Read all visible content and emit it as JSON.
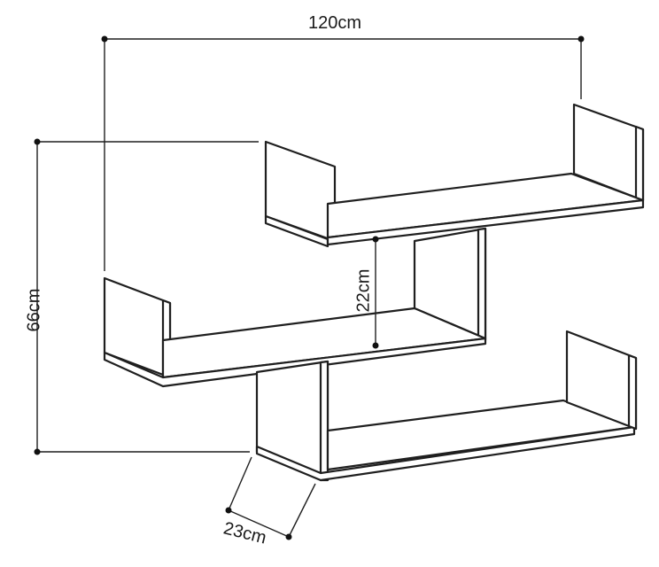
{
  "dimensions": {
    "width": "120cm",
    "height": "66cm",
    "shelf_spacing": "22cm",
    "depth": "23cm"
  },
  "colors": {
    "line": "#1f1f1f",
    "background": "#ffffff"
  }
}
